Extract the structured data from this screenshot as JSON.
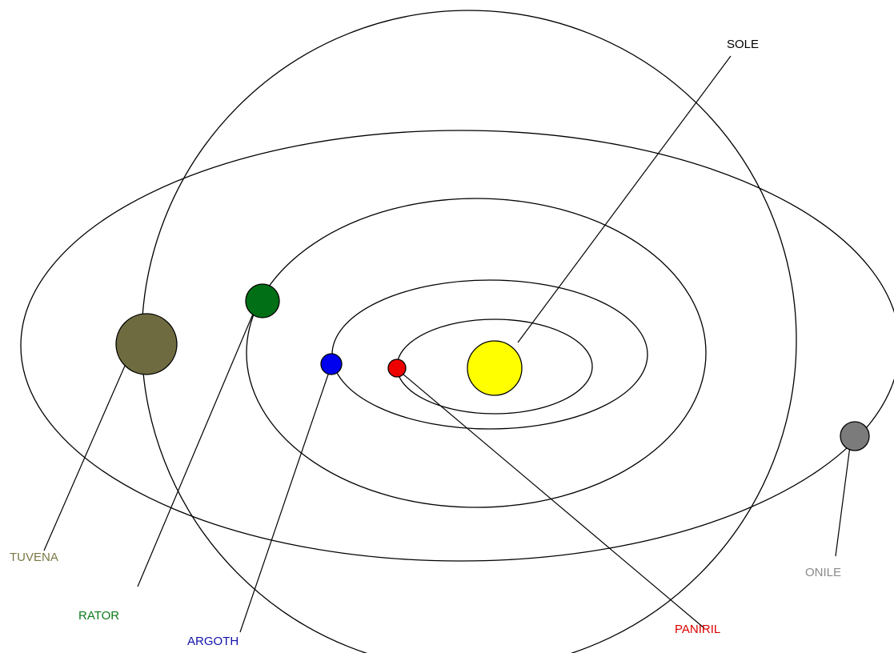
{
  "bodies": {
    "sun": {
      "name": "SOLE",
      "fill": "#ffff00",
      "label_color": "#000000"
    },
    "paniril": {
      "name": "PANIRIL",
      "fill": "#ee0000",
      "label_color": "#dd0000"
    },
    "argoth": {
      "name": "ARGOTH",
      "fill": "#0000ee",
      "label_color": "#1111aa"
    },
    "rator": {
      "name": "RATOR",
      "fill": "#006f16",
      "label_color": "#0d7a1c"
    },
    "tuvena": {
      "name": "TUVENA",
      "fill": "#6e6b40",
      "label_color": "#7a7744"
    },
    "onile": {
      "name": "ONILE",
      "fill": "#7b7b7b",
      "label_color": "#8a8a8a"
    }
  },
  "colors": {
    "background": "#ffffff",
    "orbit_line": "#000000",
    "leader_line": "#000000"
  }
}
